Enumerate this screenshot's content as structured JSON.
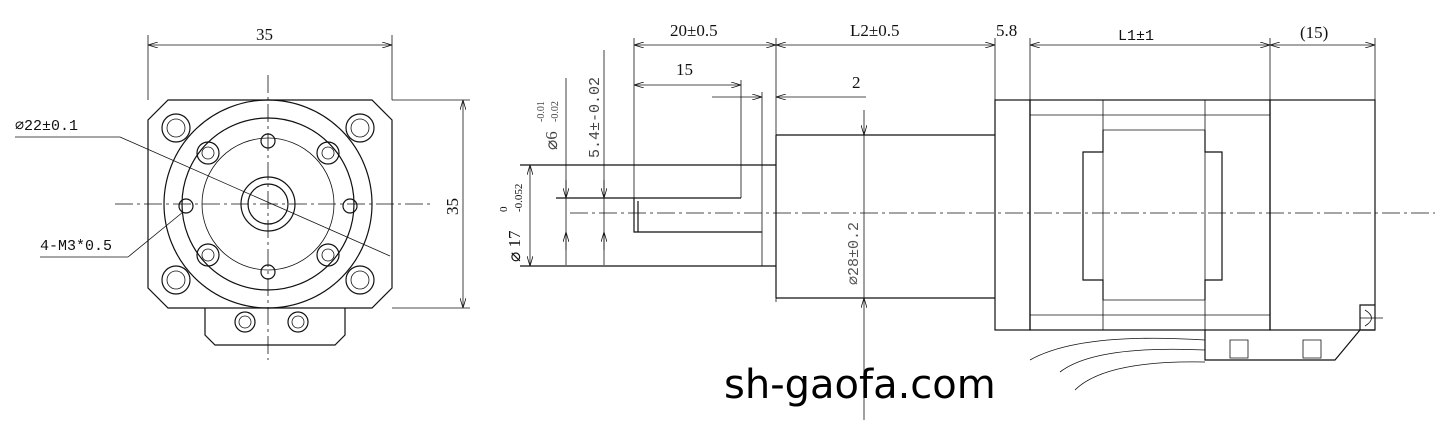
{
  "front_view": {
    "width_dim": "35",
    "height_dim": "35",
    "pilot_diameter": "⌀22±0.1",
    "mounting_holes": "4-M3*0.5"
  },
  "side_view": {
    "shaft_length": "20±0.5",
    "key_length": "15",
    "key_offset": "2",
    "gearbox_length": "L2±0.5",
    "flange_thickness": "5.8",
    "motor_length": "L1±1",
    "end_cap_length": "(15)",
    "shaft_diameter": "⌀6",
    "shaft_tol_upper": "-0.01",
    "shaft_tol_lower": "-0.02",
    "flat_depth": "5.4±-0.02",
    "pilot_diameter_prefix": "⌀ 17",
    "pilot_tol_upper": "0",
    "pilot_tol_lower": "-0.052",
    "body_diameter": "⌀28±0.2"
  },
  "watermark": "sh-gaofa.com"
}
